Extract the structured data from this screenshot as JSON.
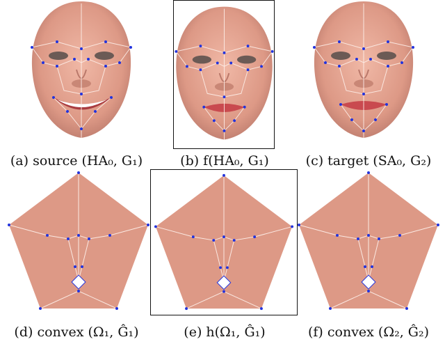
{
  "figure": {
    "row1": [
      {
        "id": "a",
        "caption": "(a) source (HA₀, G₁)"
      },
      {
        "id": "b",
        "caption": "(b) f(HA₀, G₁)"
      },
      {
        "id": "c",
        "caption": "(c) target (SA₀, G₂)"
      }
    ],
    "row2": [
      {
        "id": "d",
        "caption": "(d) convex (Ω₁, Ĝ₁)"
      },
      {
        "id": "e",
        "caption": "(e) h(Ω₁, Ĝ₁)"
      },
      {
        "id": "f",
        "caption": "(f) convex (Ω₂, Ĝ₂)"
      }
    ]
  },
  "colors": {
    "skin": "#e2a08c",
    "skin_dark": "#c57f6e",
    "mesh_line": "#fff3ee",
    "landmark": "#2233dd",
    "lips": "#c94a4f",
    "teeth": "#ffffff",
    "frame": "#111111"
  }
}
